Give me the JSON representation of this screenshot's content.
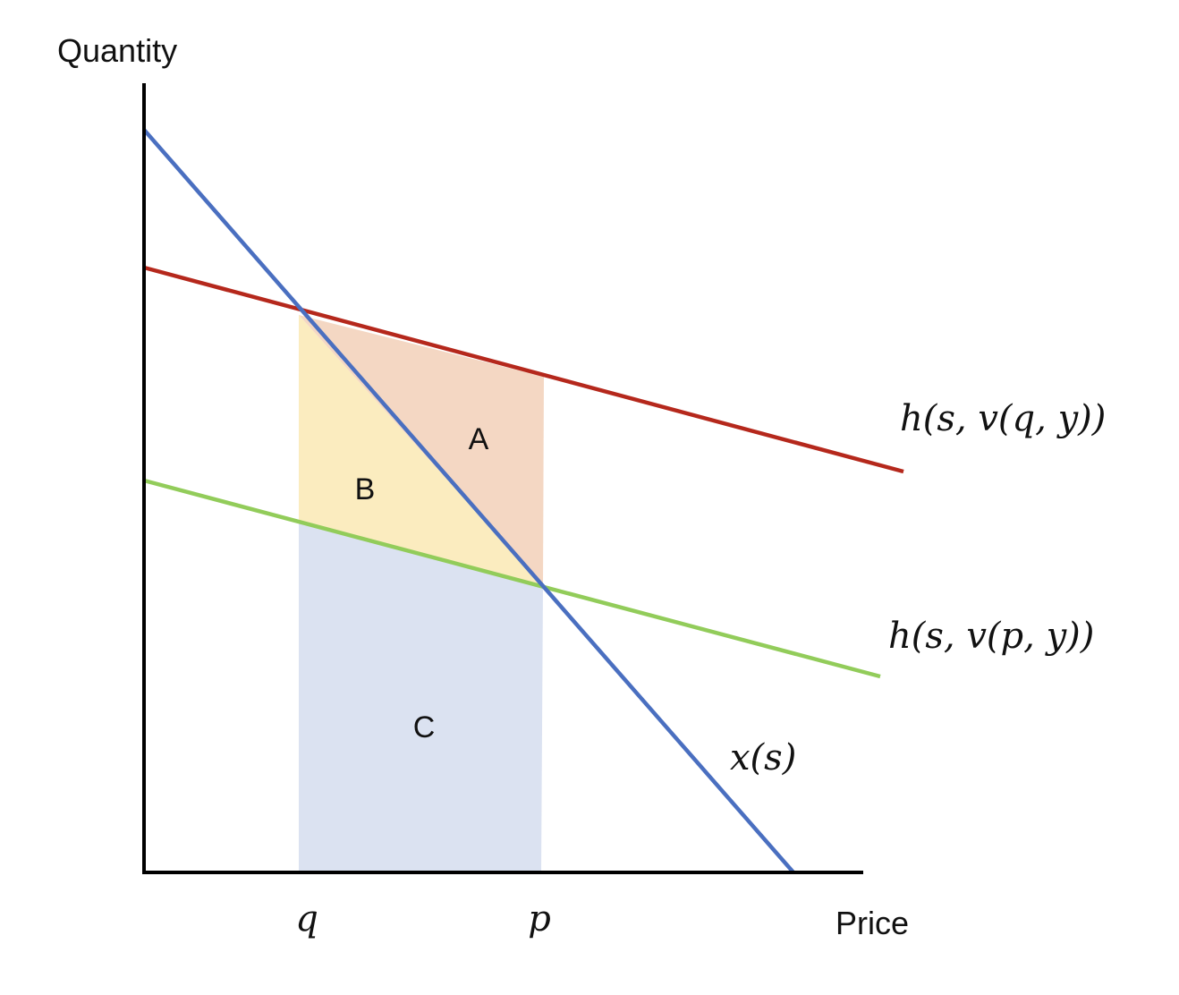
{
  "diagram": {
    "axis_labels": {
      "y": "Quantity",
      "x": "Price"
    },
    "ticks": {
      "q": "q",
      "p": "p"
    },
    "curves": {
      "red": {
        "label": "h(s, v(q, y))",
        "color": "#b5281c"
      },
      "green": {
        "label": "h(s, v(p, y))",
        "color": "#92cc5a"
      },
      "blue": {
        "label": "x(s)",
        "color": "#4a6fc0"
      }
    },
    "regions": {
      "A": {
        "label": "A",
        "color": "#f4d7c3"
      },
      "B": {
        "label": "B",
        "color": "#fbecbf"
      },
      "C": {
        "label": "C",
        "color": "#dbe2f1"
      }
    }
  }
}
